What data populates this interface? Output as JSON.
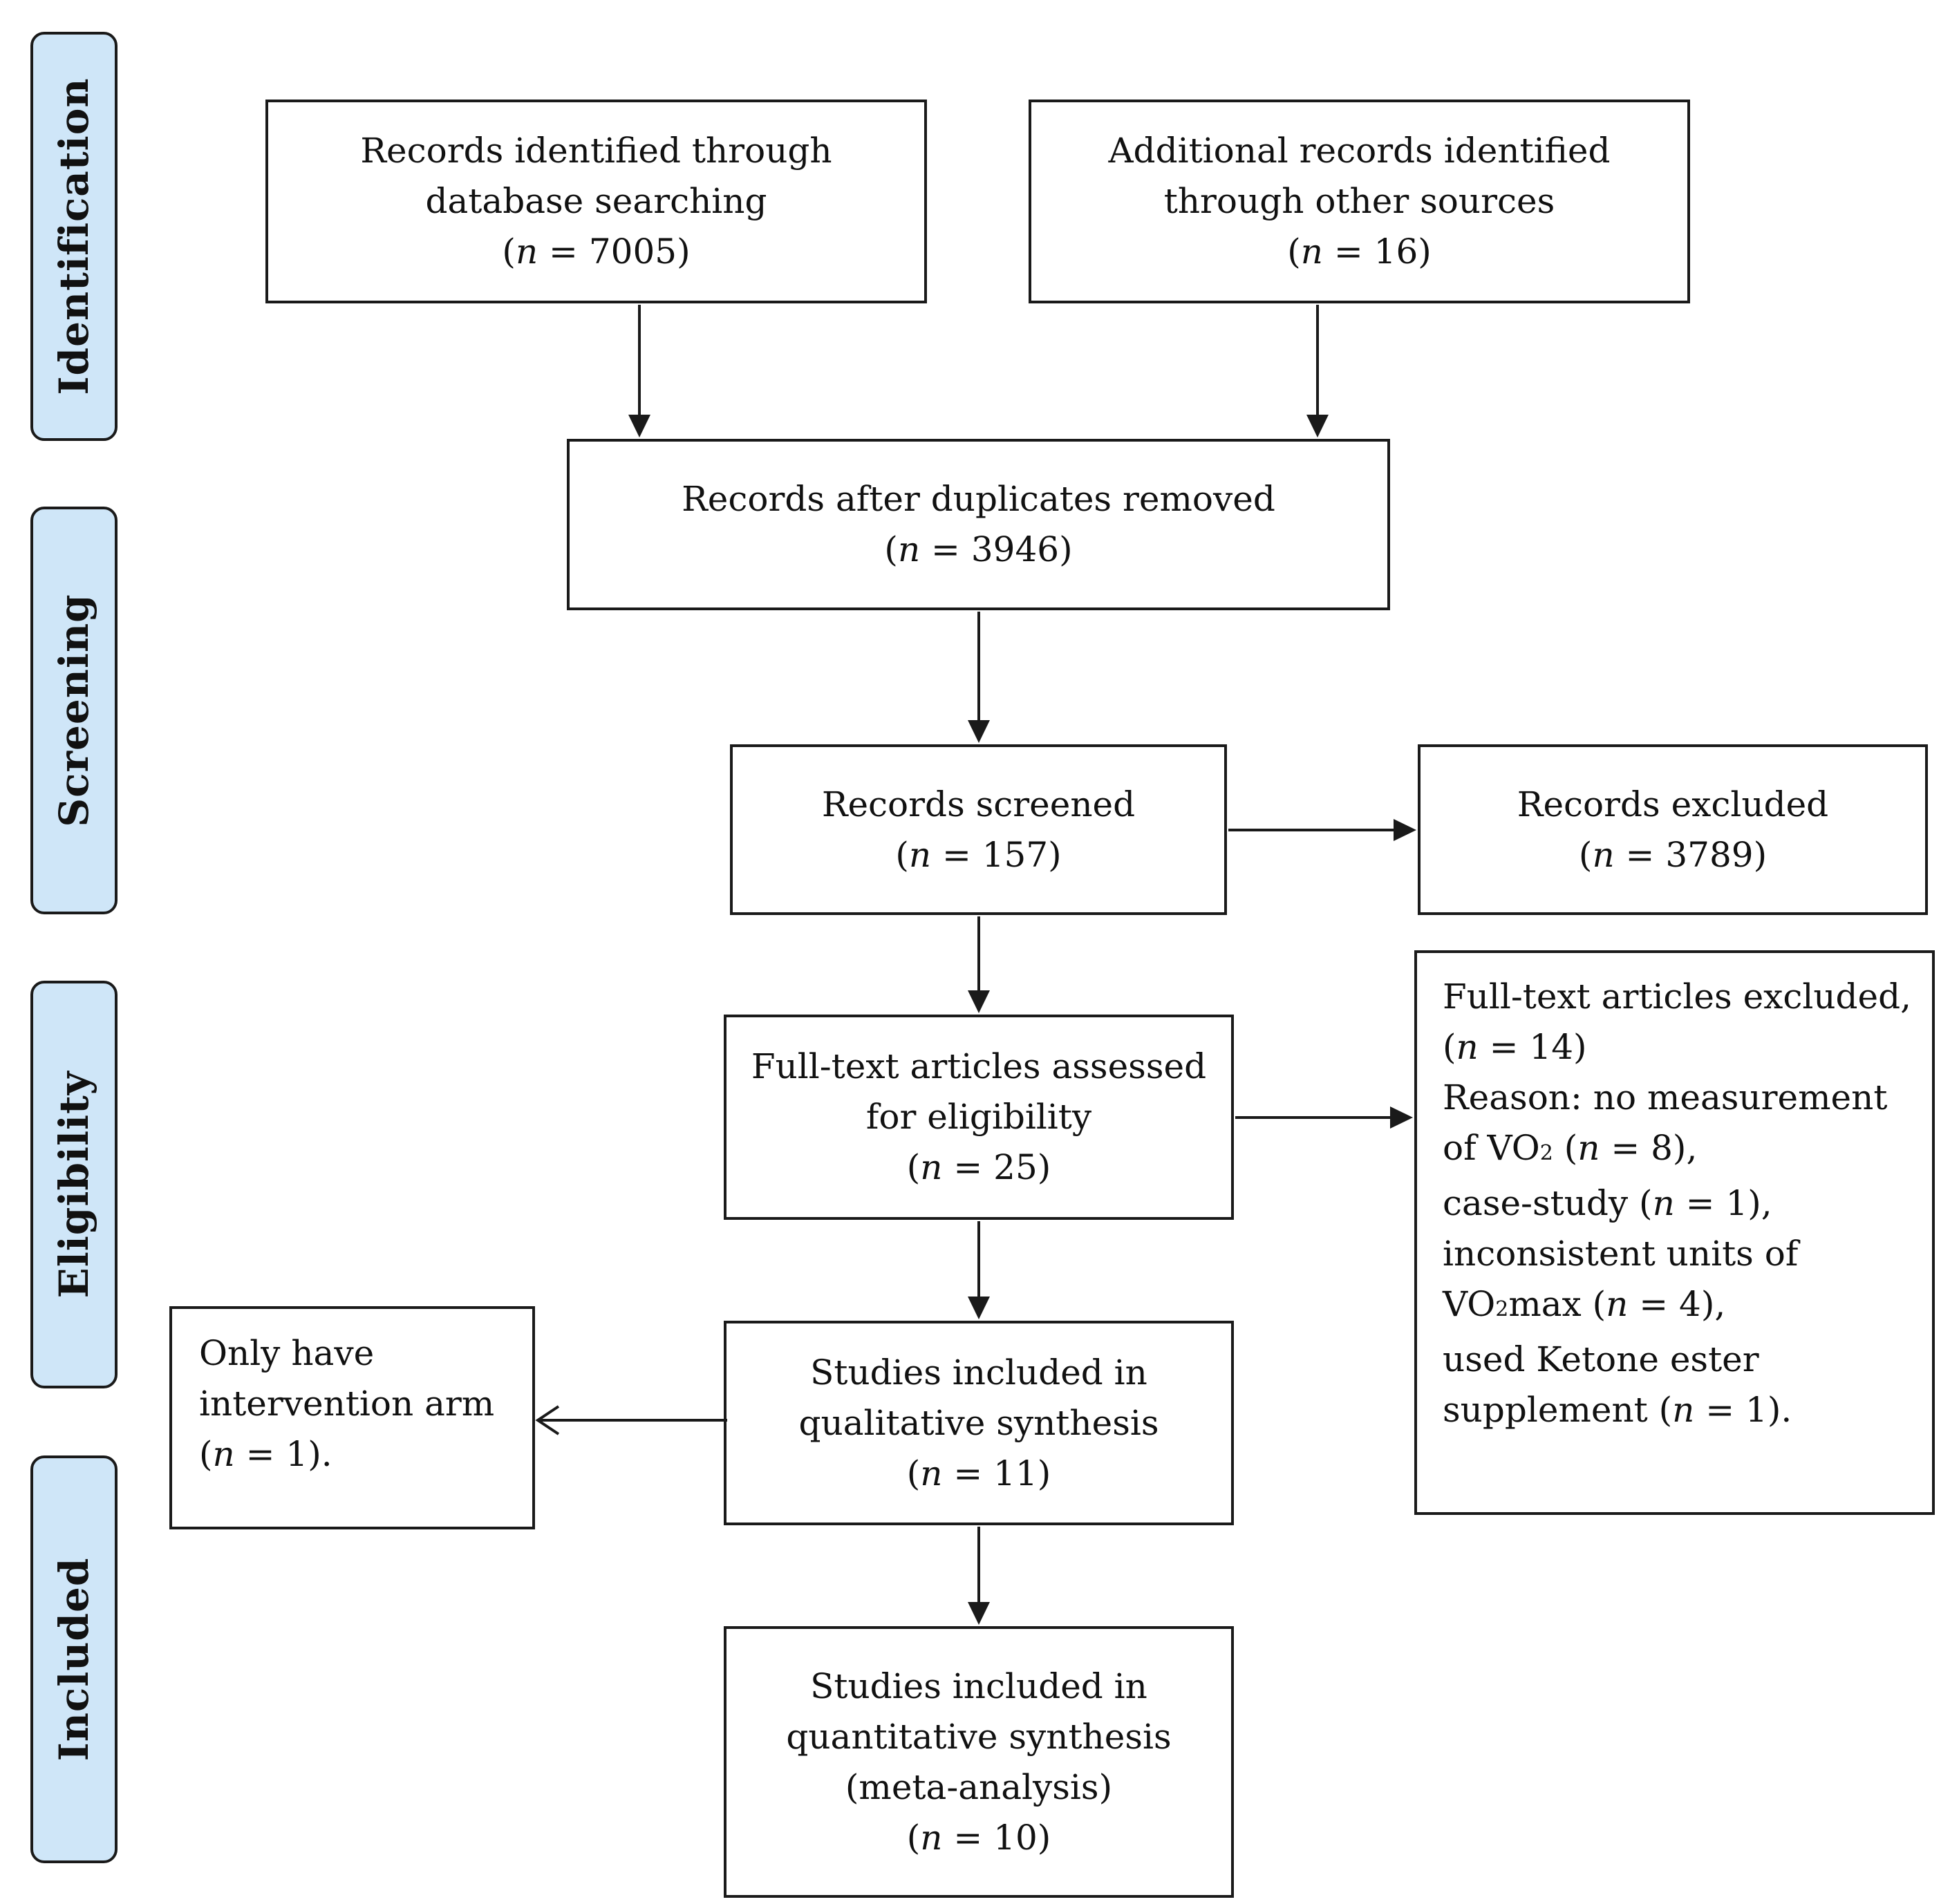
{
  "phases": {
    "identification": "Identification",
    "screening": "Screening",
    "eligibility": "Eligibility",
    "included": "Included"
  },
  "boxes": {
    "database_search": {
      "line1": "Records identified through",
      "line2": "database searching",
      "count_prefix": "(",
      "n": "n",
      "count_suffix": " = 7005)"
    },
    "other_sources": {
      "line1": "Additional records identified",
      "line2": "through other sources",
      "count_prefix": "(",
      "n": "n",
      "count_suffix": " = 16)"
    },
    "duplicates_removed": {
      "line1": "Records after duplicates removed",
      "count_prefix": "(",
      "n": "n",
      "count_suffix": " = 3946)"
    },
    "screened": {
      "line1": "Records screened",
      "count_prefix": "(",
      "n": "n",
      "count_suffix": " = 157)"
    },
    "excluded": {
      "line1": "Records excluded",
      "count_prefix": "(",
      "n": "n",
      "count_suffix": " = 3789)"
    },
    "fulltext_assessed": {
      "line1": "Full-text articles assessed",
      "line2": "for eligibility",
      "count_prefix": "(",
      "n": "n",
      "count_suffix": " = 25)"
    },
    "fulltext_excluded": {
      "line1": "Full-text articles excluded,",
      "line2_prefix": "(",
      "line2_n": "n",
      "line2_suffix": " = 14)",
      "line3": "Reason: no measurement",
      "line4_a": "of VO",
      "line4_sub": "2",
      "line4_b": " (",
      "line4_n": "n",
      "line4_c": " = 8),",
      "line5_a": "case-study (",
      "line5_n": "n",
      "line5_b": " = 1),",
      "line6": "inconsistent units of",
      "line7_a": "VO",
      "line7_sub": "2",
      "line7_b": "max (",
      "line7_n": "n",
      "line7_c": " = 4),",
      "line8": "used Ketone ester",
      "line9_a": "supplement (",
      "line9_n": "n",
      "line9_b": " = 1)."
    },
    "intervention_only": {
      "line1": "Only have",
      "line2": "intervention arm",
      "line3_prefix": "(",
      "line3_n": "n",
      "line3_suffix": " = 1)."
    },
    "qualitative": {
      "line1": "Studies included in",
      "line2": "qualitative synthesis",
      "count_prefix": "(",
      "n": "n",
      "count_suffix": " = 11)"
    },
    "quantitative": {
      "line1": "Studies included in",
      "line2": "quantitative synthesis",
      "line3": "(meta-analysis)",
      "count_prefix": "(",
      "n": "n",
      "count_suffix": " = 10)"
    }
  }
}
